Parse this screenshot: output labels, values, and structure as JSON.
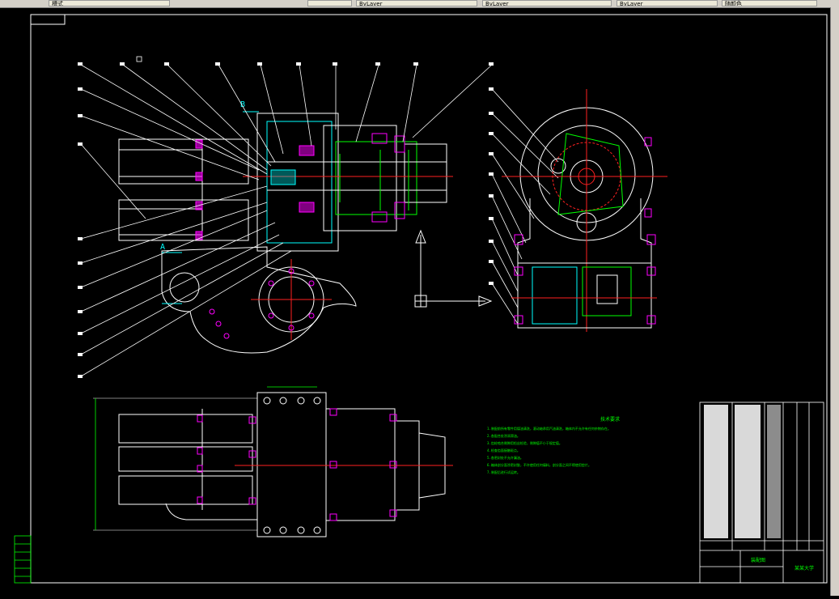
{
  "window": {
    "toolbar_item_1": "槽式",
    "toolbar_item_2": "ByLayer",
    "toolbar_item_3": "ByLayer",
    "toolbar_item_4": "ByLayer",
    "toolbar_item_5": "随颜色"
  },
  "drawing": {
    "view_label_b": "B",
    "view_label_a": "A",
    "notes_title": "技术要求",
    "notes": [
      "1.装配前所有零件用煤油清洗，滚动轴承用汽油清洗，箱体内不允许有任何杂物存在。",
      "2.各配合处涂润滑油。",
      "3.齿轮啮合侧隙用铅丝检验，侧隙值不小于规定值。",
      "4.检查齿面接触斑点。",
      "5.各密封处不允许漏油。",
      "6.箱体剖分面涂密封胶，不许使用任何填料，剖分面之间不得使用垫片。",
      "7.装配后进行试运转。"
    ],
    "title_block": {
      "drawing_name": "装配图",
      "company": "某某大学"
    }
  },
  "colors": {
    "line_white": "#ffffff",
    "line_green": "#00ff00",
    "line_cyan": "#00ffff",
    "line_magenta": "#ff00ff",
    "line_red": "#ff2020",
    "line_yellow": "#ffff00"
  }
}
